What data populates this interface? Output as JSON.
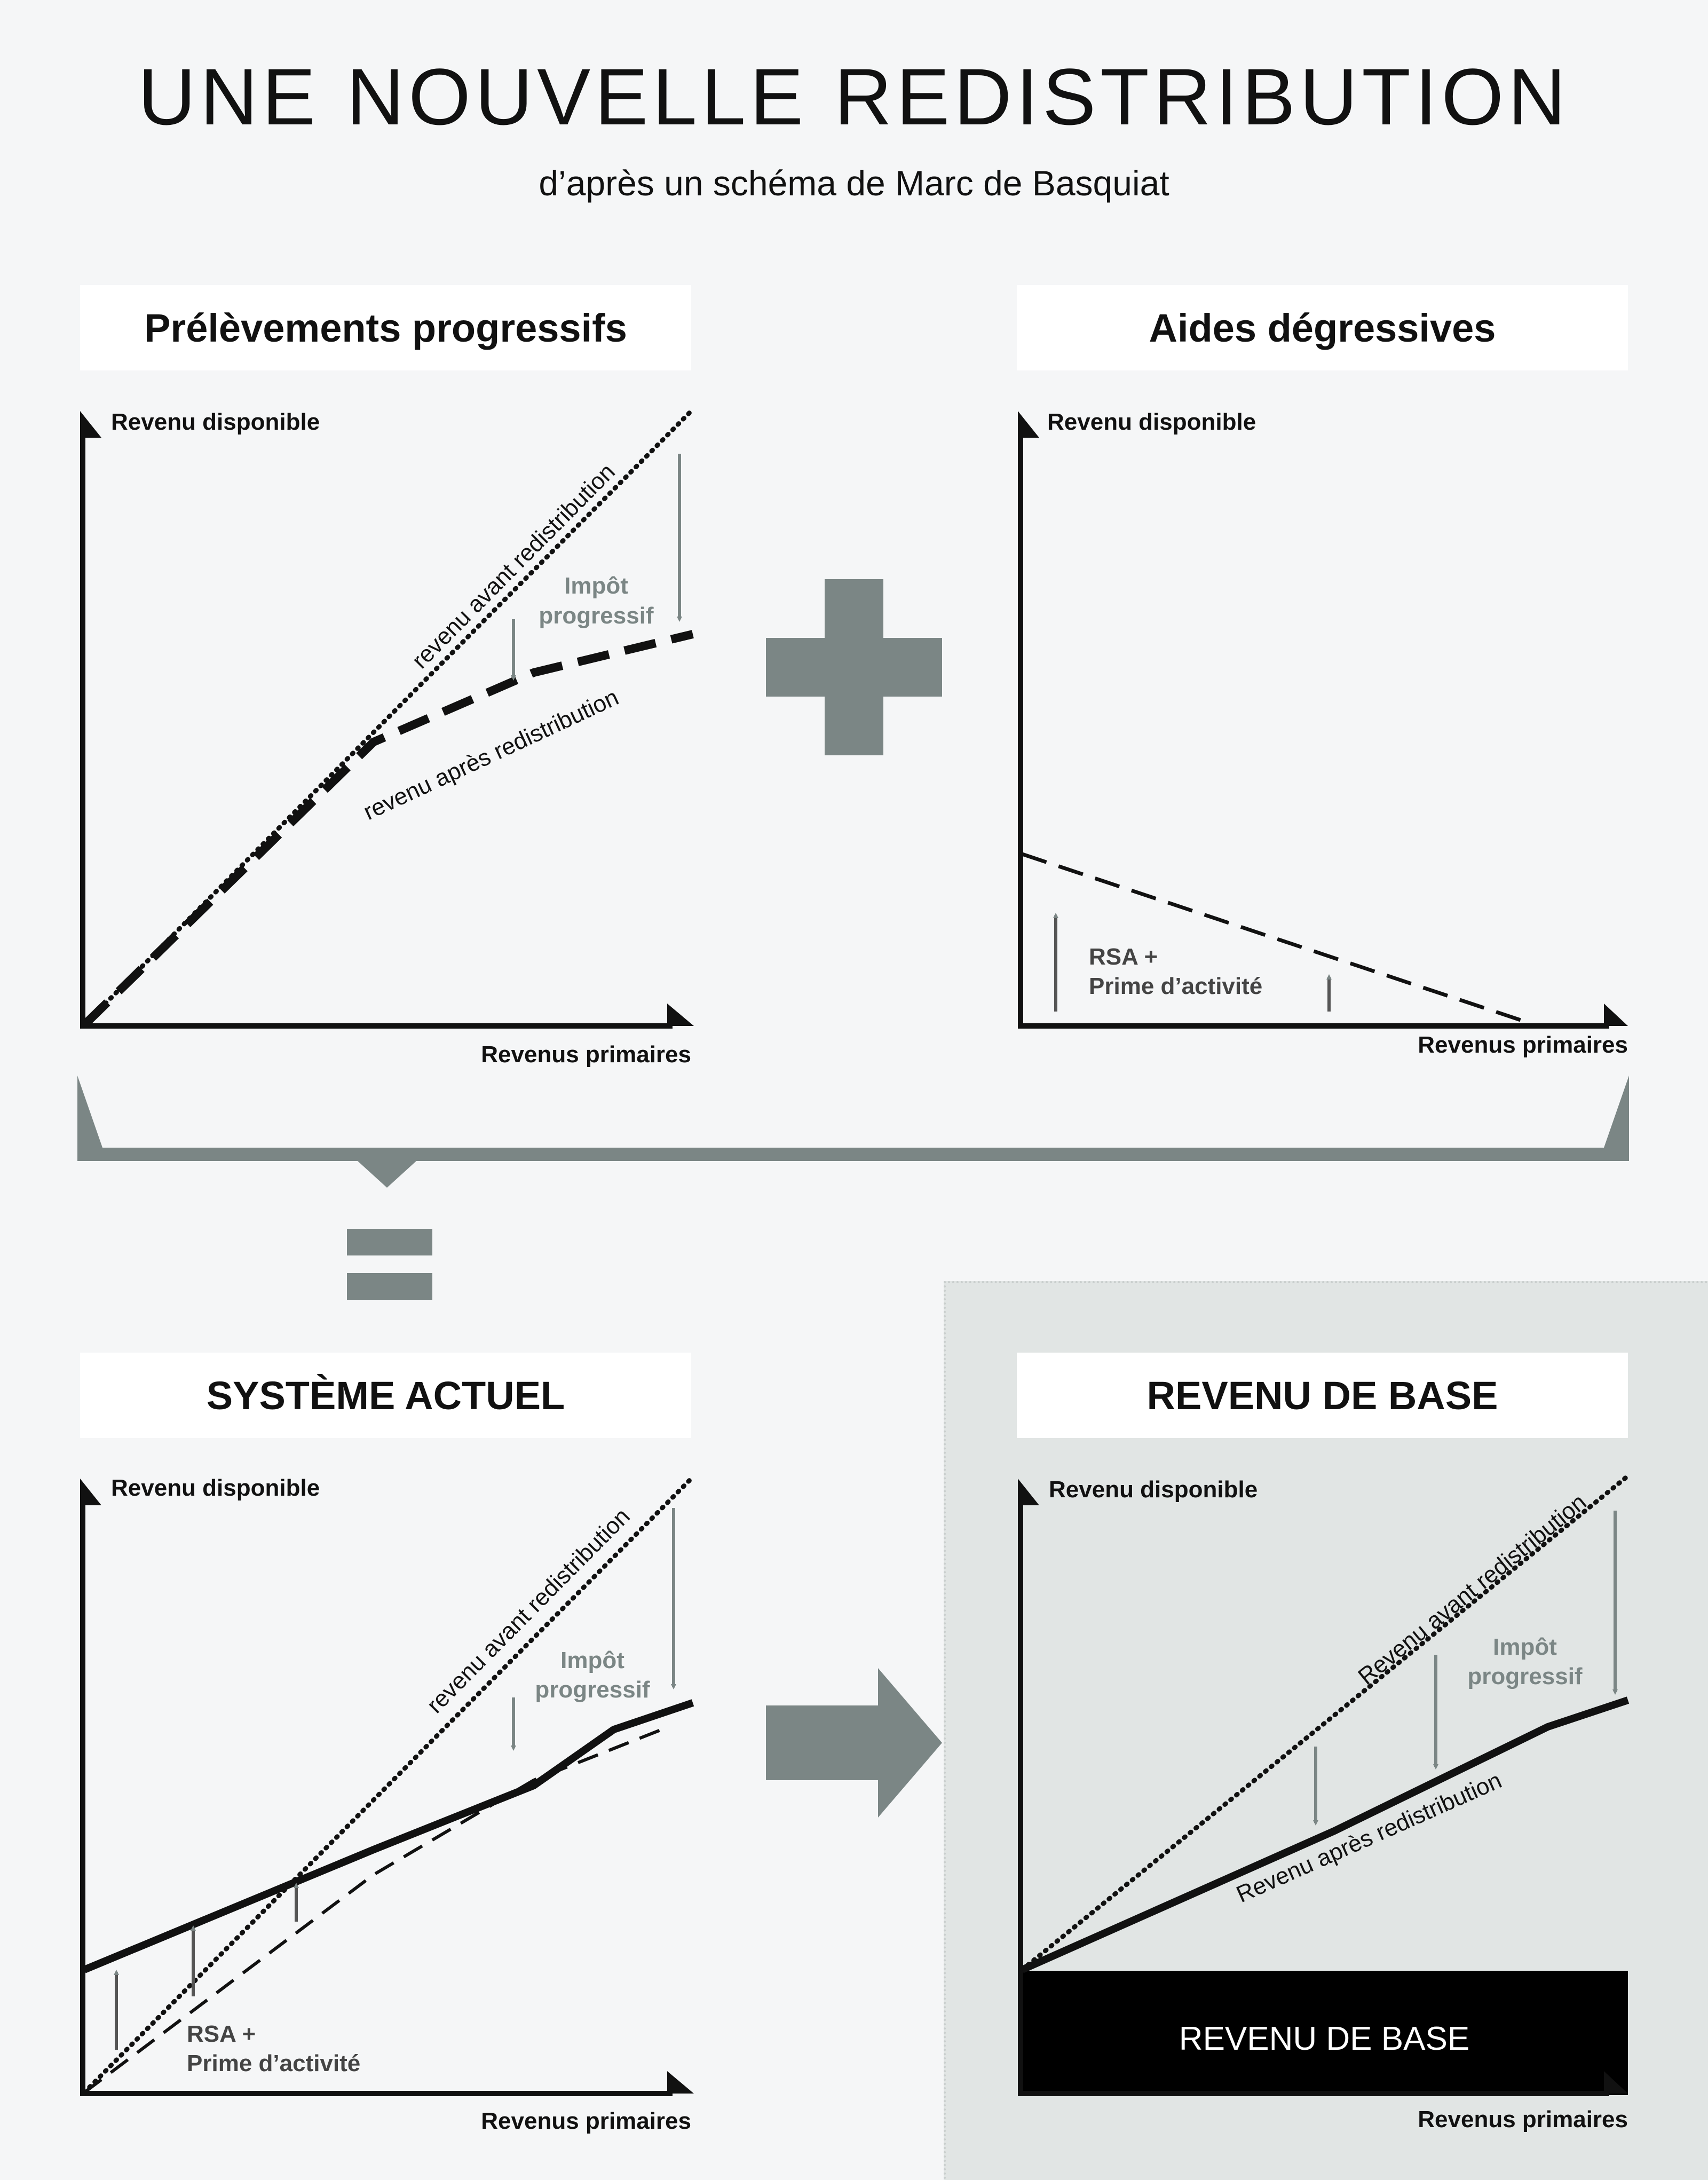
{
  "header": {
    "title": "UNE NOUVELLE REDISTRIBUTION",
    "subtitle": "d’après un schéma de Marc de Basquiat"
  },
  "colors": {
    "background": "#f5f6f7",
    "highlight_background": "#e1e5e4",
    "symbol_gray": "#7b8685",
    "annotation_gray": "#7b8685",
    "ink": "#111111",
    "basic_income_bar": "#000000"
  },
  "operators": {
    "plus": "plus-icon",
    "equals": "equals-icon",
    "arrow": "arrow-right-icon",
    "bracket": "bracket-icon"
  },
  "panels": {
    "progressive": {
      "label": "Prélèvements progressifs",
      "y_axis": "Revenu disponible",
      "x_axis": "Revenus primaires",
      "line_before": "revenu avant redistribution",
      "line_after": "revenu après redistribution",
      "tax_label_1": "Impôt",
      "tax_label_2": "progressif"
    },
    "degressive": {
      "label": "Aides dégressives",
      "y_axis": "Revenu disponible",
      "x_axis": "Revenus primaires",
      "aid_label_1": "RSA +",
      "aid_label_2": "Prime d’activité"
    },
    "current": {
      "label": "SYSTÈME ACTUEL",
      "y_axis": "Revenu disponible",
      "x_axis": "Revenus primaires",
      "line_before": "revenu avant redistribution",
      "tax_label_1": "Impôt",
      "tax_label_2": "progressif",
      "aid_label_1": "RSA +",
      "aid_label_2": "Prime d’activité"
    },
    "basic_income": {
      "label": "REVENU DE BASE",
      "y_axis": "Revenu disponible",
      "x_axis": "Revenus primaires",
      "line_before": "Revenu avant redistribution",
      "line_after": "Revenu après redistribution",
      "tax_label_1": "Impôt",
      "tax_label_2": "progressif",
      "bar_label": "REVENU DE BASE"
    }
  }
}
